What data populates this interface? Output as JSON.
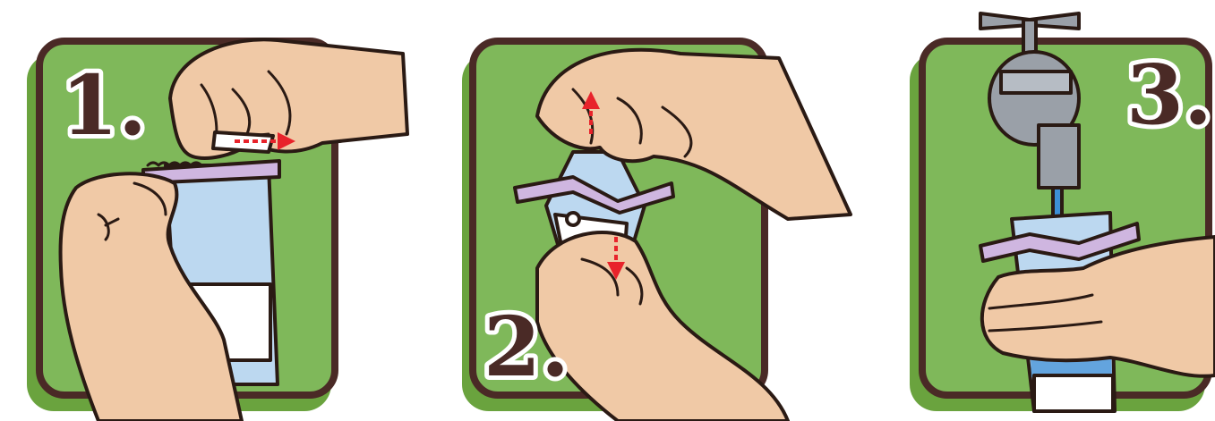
{
  "colors": {
    "panel_green": "#7fb85a",
    "panel_shadow": "#6aa33e",
    "panel_border": "#4a2a26",
    "skin": "#f0c9a6",
    "skin_shadow": "#d9a37c",
    "bag_blue": "#bcd8f0",
    "strip_lavender": "#cfb6e0",
    "arrow_red": "#e8232b",
    "tap_grey": "#9aa0a8",
    "water_blue": "#3d8fd6",
    "number_ink": "#4a2a26"
  },
  "steps": [
    {
      "number": "1.",
      "description_icon": "tear-top-strip-icon"
    },
    {
      "number": "2.",
      "description_icon": "open-bag-icon"
    },
    {
      "number": "3.",
      "description_icon": "fill-from-tap-icon"
    }
  ]
}
